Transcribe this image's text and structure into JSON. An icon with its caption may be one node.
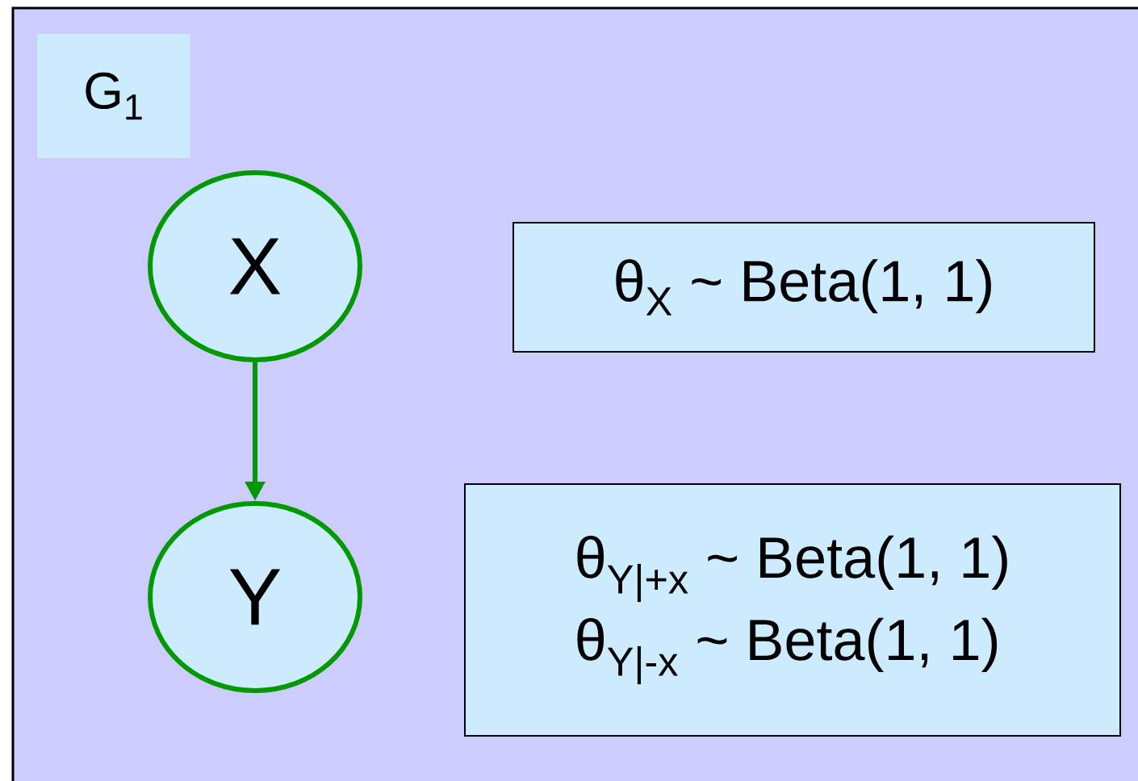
{
  "diagram": {
    "nodes": [
      {
        "text": [
          "G$_{1}$"
        ]
      },
      {
        "text": [
          "X"
        ]
      },
      {
        "text": [
          "Y"
        ]
      },
      {
        "text": [
          "θ$_{X}$ ~ Beta(1, 1)"
        ]
      },
      {
        "text": [
          "θ$_{Y|+x}$ ~ Beta(1, 1)",
          "θ$_{Y|-x}$ ~ Beta(1, 1)"
        ]
      }
    ],
    "edges": [
      {
        "from": 1,
        "to": 2,
        "arrow": "to"
      }
    ]
  }
}
